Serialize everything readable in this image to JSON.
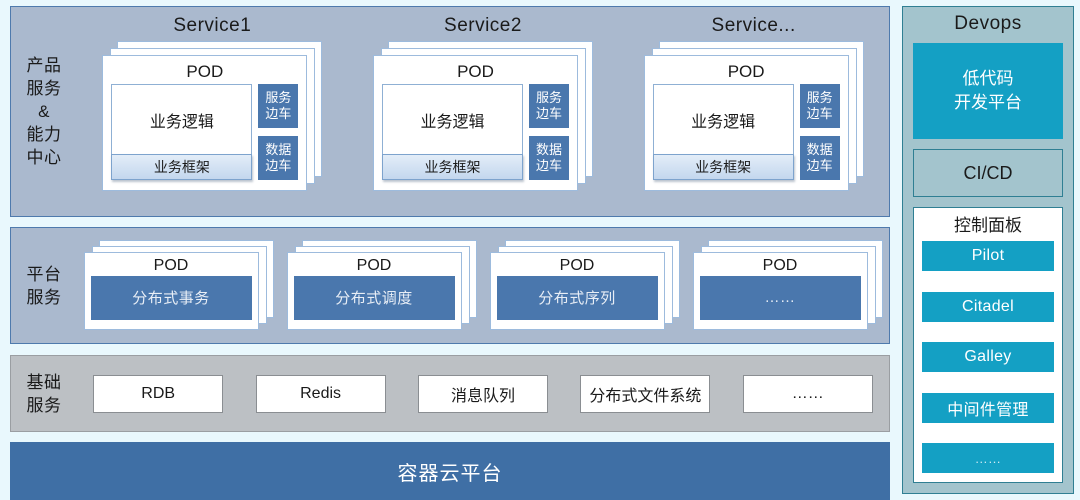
{
  "page": {
    "background_color": "#e9f8fd",
    "accent_blue": "#4a77ad",
    "accent_cyan": "#14a0c4",
    "band_blue": "#aab9ce",
    "band_gray": "#bcc0c4",
    "container_bar_color": "#3f6fa5",
    "devops_bg": "#a3c4cd"
  },
  "bands": {
    "product": {
      "label": "产品\n服务\n&\n能力\n中心",
      "services": [
        {
          "title": "Service1",
          "pod_title": "POD",
          "business_logic": "业务逻辑",
          "business_framework": "业务框架",
          "sidecars": [
            "服务\n边车",
            "数据\n边车"
          ]
        },
        {
          "title": "Service2",
          "pod_title": "POD",
          "business_logic": "业务逻辑",
          "business_framework": "业务框架",
          "sidecars": [
            "服务\n边车",
            "数据\n边车"
          ]
        },
        {
          "title": "Service...",
          "pod_title": "POD",
          "business_logic": "业务逻辑",
          "business_framework": "业务框架",
          "sidecars": [
            "服务\n边车",
            "数据\n边车"
          ]
        }
      ]
    },
    "platform": {
      "label": "平台\n服务",
      "pods": [
        {
          "pod_title": "POD",
          "name": "分布式事务"
        },
        {
          "pod_title": "POD",
          "name": "分布式调度"
        },
        {
          "pod_title": "POD",
          "name": "分布式序列"
        },
        {
          "pod_title": "POD",
          "name": "……"
        }
      ]
    },
    "basic": {
      "label": "基础\n服务",
      "items": [
        "RDB",
        "Redis",
        "消息队列",
        "分布式文件系统",
        "……"
      ]
    }
  },
  "container_bar": {
    "label": "容器云平台"
  },
  "devops": {
    "title": "Devops",
    "low_code": "低代码\n开发平台",
    "cicd": "CI/CD",
    "control_panel": {
      "title": "控制面板",
      "items": [
        "Pilot",
        "Citadel",
        "Galley",
        "中间件管理",
        "……"
      ]
    }
  }
}
